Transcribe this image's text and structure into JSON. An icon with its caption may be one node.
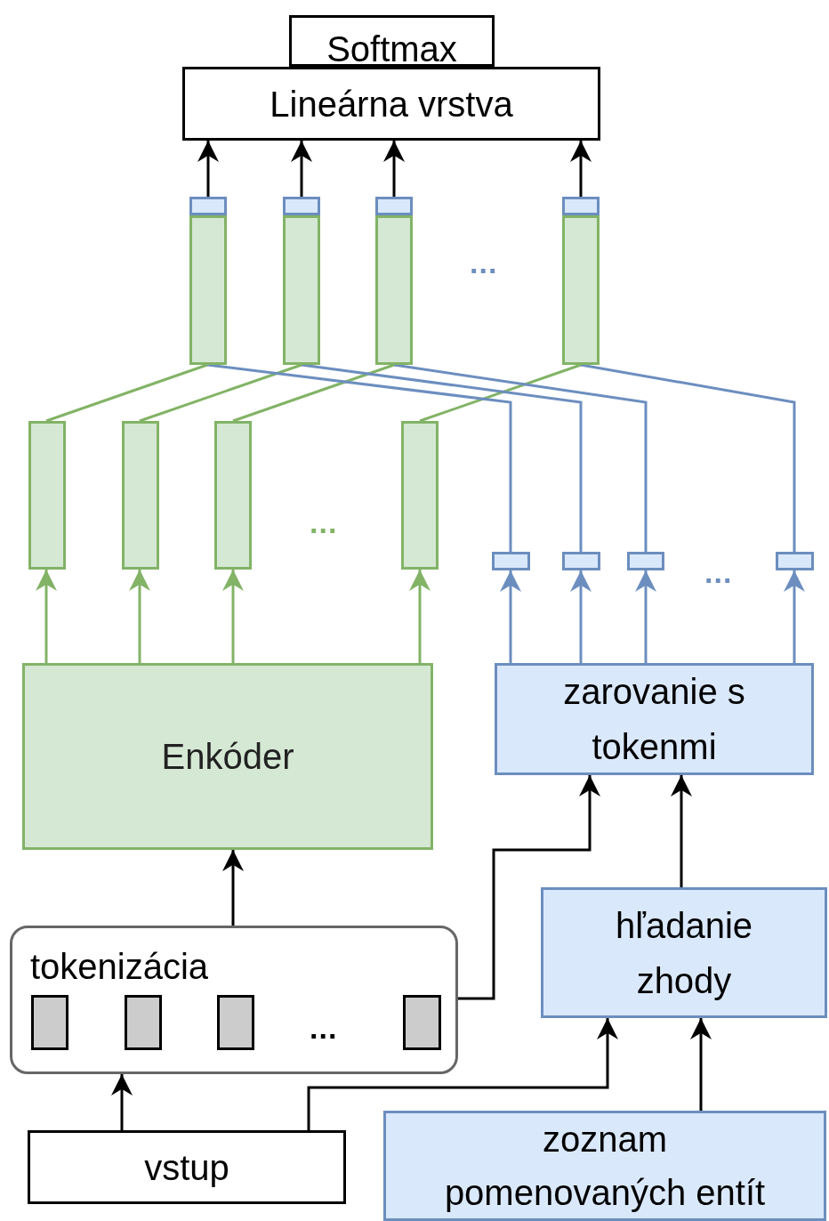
{
  "diagram": {
    "nodes": [
      {
        "text": [
          "Softmax"
        ]
      },
      {
        "text": [
          "Lineárna vrstva"
        ]
      },
      {
        "text": [],
        "shape": "box"
      },
      {
        "text": [],
        "shape": "box"
      },
      {
        "text": [],
        "shape": "box"
      },
      {
        "text": [],
        "shape": "box"
      },
      {
        "text": [],
        "shape": "box"
      },
      {
        "text": [],
        "shape": "box"
      },
      {
        "text": [],
        "shape": "box"
      },
      {
        "text": [],
        "shape": "box"
      },
      {
        "text": [],
        "shape": "box"
      },
      {
        "text": [],
        "shape": "box"
      },
      {
        "text": [],
        "shape": "box"
      },
      {
        "text": [],
        "shape": "box"
      },
      {
        "text": [],
        "shape": "box"
      },
      {
        "text": [],
        "shape": "box"
      },
      {
        "text": [],
        "shape": "box"
      },
      {
        "text": [],
        "shape": "box"
      },
      {
        "text": [
          "Enkóder"
        ]
      },
      {
        "text": [
          "zarovanie s tokenmi"
        ]
      },
      {
        "text": [
          "tokenizácia"
        ]
      },
      {
        "text": [],
        "shape": "box",
        "in": 20
      },
      {
        "text": [],
        "shape": "box",
        "in": 20
      },
      {
        "text": [],
        "shape": "box",
        "in": 20
      },
      {
        "text": [],
        "shape": "box",
        "in": 20
      },
      {
        "text": [
          "hľadanie zhody"
        ]
      },
      {
        "text": [
          "vstup"
        ]
      },
      {
        "text": [
          "zoznam pomenovaných entít"
        ]
      }
    ],
    "edges": [
      {
        "from": 2,
        "to": 1,
        "arrow": "to"
      },
      {
        "from": 3,
        "to": 1,
        "arrow": "to"
      },
      {
        "from": 4,
        "to": 1,
        "arrow": "to"
      },
      {
        "from": 5,
        "to": 1,
        "arrow": "to"
      },
      {
        "from": 6,
        "to": 10,
        "arrow": "none",
        "color": "#82b366"
      },
      {
        "from": 7,
        "to": 11,
        "arrow": "none",
        "color": "#82b366"
      },
      {
        "from": 8,
        "to": 12,
        "arrow": "none",
        "color": "#82b366"
      },
      {
        "from": 9,
        "to": 13,
        "arrow": "none",
        "color": "#82b366"
      },
      {
        "from": 6,
        "to": 14,
        "arrow": "none",
        "color": "#6c8ebf"
      },
      {
        "from": 7,
        "to": 15,
        "arrow": "none",
        "color": "#6c8ebf"
      },
      {
        "from": 8,
        "to": 16,
        "arrow": "none",
        "color": "#6c8ebf"
      },
      {
        "from": 9,
        "to": 17,
        "arrow": "none",
        "color": "#6c8ebf"
      },
      {
        "from": 18,
        "to": 10,
        "arrow": "to",
        "color": "#82b366"
      },
      {
        "from": 18,
        "to": 11,
        "arrow": "to",
        "color": "#82b366"
      },
      {
        "from": 18,
        "to": 12,
        "arrow": "to",
        "color": "#82b366"
      },
      {
        "from": 18,
        "to": 13,
        "arrow": "to",
        "color": "#82b366"
      },
      {
        "from": 19,
        "to": 14,
        "arrow": "to",
        "color": "#6c8ebf"
      },
      {
        "from": 19,
        "to": 15,
        "arrow": "to",
        "color": "#6c8ebf"
      },
      {
        "from": 19,
        "to": 16,
        "arrow": "to",
        "color": "#6c8ebf"
      },
      {
        "from": 19,
        "to": 17,
        "arrow": "to",
        "color": "#6c8ebf"
      },
      {
        "from": 20,
        "to": 18,
        "arrow": "to"
      },
      {
        "from": 20,
        "to": 19,
        "arrow": "to"
      },
      {
        "from": 25,
        "to": 19,
        "arrow": "to"
      },
      {
        "from": 26,
        "to": 20,
        "arrow": "to"
      },
      {
        "from": 26,
        "to": 25,
        "arrow": "to"
      },
      {
        "from": 27,
        "to": 25,
        "arrow": "to"
      }
    ],
    "labels": [
      "...",
      "...",
      "...",
      "..."
    ]
  }
}
